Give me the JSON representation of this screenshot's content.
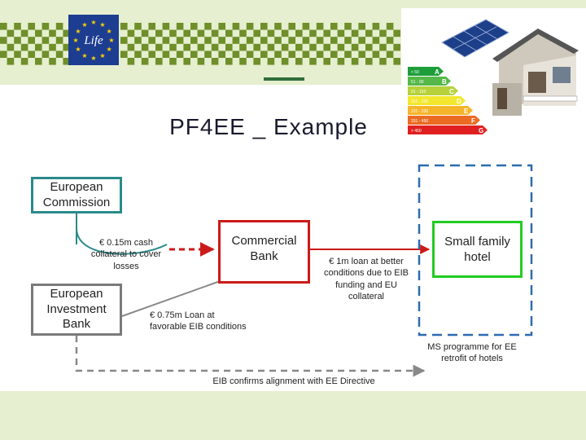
{
  "title": "PF4EE _ Example",
  "header": {
    "logo_text": "Life",
    "colors": {
      "band": "#e6efcf",
      "logo_blue": "#1d3d91",
      "checker_green": "#6f8f2a",
      "star_yellow": "#ffd200"
    }
  },
  "energy_label": {
    "ratings": [
      {
        "letter": "A",
        "range": "< 50",
        "color": "#1e9e3b"
      },
      {
        "letter": "B",
        "range": "51 - 90",
        "color": "#55b848"
      },
      {
        "letter": "C",
        "range": "91 - 150",
        "color": "#b6d23a"
      },
      {
        "letter": "D",
        "range": "151 - 230",
        "color": "#f2e72c"
      },
      {
        "letter": "E",
        "range": "231 - 330",
        "color": "#f5b52a"
      },
      {
        "letter": "F",
        "range": "331 - 450",
        "color": "#ec6b22"
      },
      {
        "letter": "G",
        "range": "> 450",
        "color": "#e02020"
      }
    ]
  },
  "diagram": {
    "nodes": {
      "ec": "European Commission",
      "eib": "European Investment Bank",
      "bank": "Commercial Bank",
      "hotel": "Small family hotel"
    },
    "labels": {
      "cash": "€ 0.15m cash collateral to cover losses",
      "eib_loan": "€ 0.75m Loan at favorable EIB conditions",
      "loan_1m": "€ 1m loan at better conditions due to EIB funding and EU collateral",
      "ms_programme": "MS programme for EE retrofit of hotels",
      "confirm": "EIB confirms alignment with EE Directive"
    },
    "colors": {
      "ec": "#2a8a8a",
      "eib": "#7a7a7a",
      "bank": "#cc1a1a",
      "hotel": "#22cc22",
      "ms_dashed": "#2e6bb0"
    }
  }
}
